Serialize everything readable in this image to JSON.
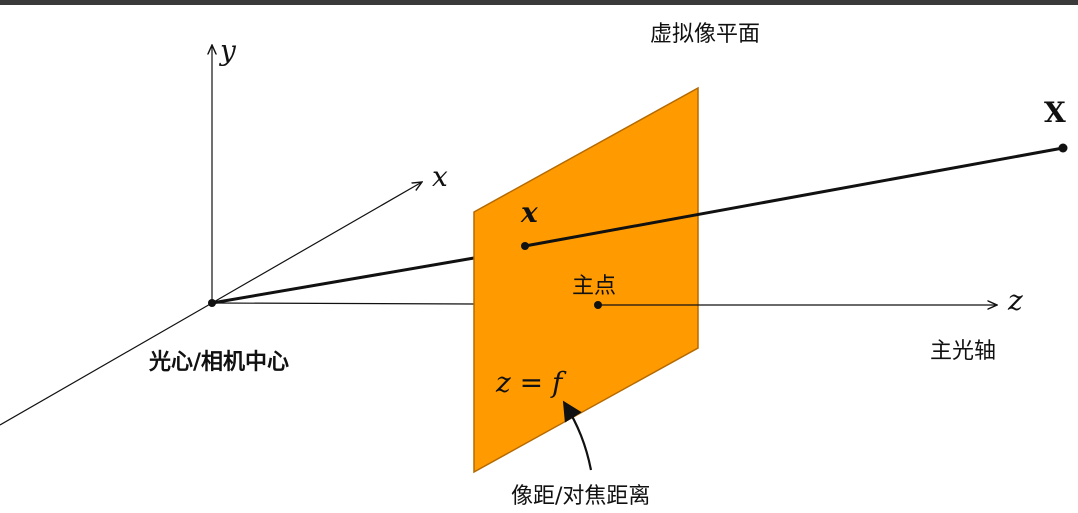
{
  "labels": {
    "image_plane": "虚拟像平面",
    "axis_y": "y",
    "axis_x": "x",
    "axis_z": "z",
    "world_point": "X",
    "image_point": "x",
    "principal_point": "主点",
    "principal_axis": "主光轴",
    "optical_center": "光心/相机中心",
    "plane_equation": "z = f",
    "focal_distance": "像距/对焦距离"
  },
  "colors": {
    "plane_fill": "#ff9a00",
    "plane_stroke": "#b56a00",
    "line": "#111111"
  }
}
